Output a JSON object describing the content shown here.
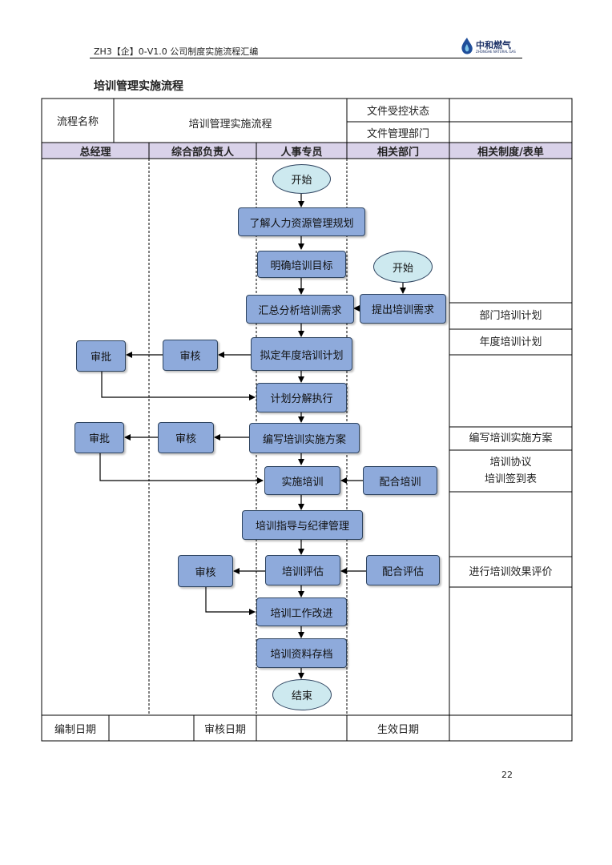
{
  "header": {
    "doc_code": "ZH3【企】0-V1.0 公司制度实施流程汇编",
    "logo_text": "中和燃气",
    "logo_subtext": "ZHONGHE NATURAL GAS"
  },
  "section_title": "培训管理实施流程",
  "info": {
    "process_name_label": "流程名称",
    "process_name_value": "培训管理实施流程",
    "control_status_label": "文件受控状态",
    "control_status_value": "",
    "manage_dept_label": "文件管理部门",
    "manage_dept_value": ""
  },
  "lanes": [
    "总经理",
    "综合部负责人",
    "人事专员",
    "相关部门",
    "相关制度/表单"
  ],
  "nodes": {
    "start1": "开始",
    "n1": "了解人力资源管理规划",
    "n2": "明确培训目标",
    "start2": "开始",
    "n3": "汇总分析培训需求",
    "n4": "提出培训需求",
    "n5": "拟定年度培训计划",
    "n5_review": "审核",
    "n5_approve": "审批",
    "n6": "计划分解执行",
    "n7": "编写培训实施方案",
    "n7_review": "审核",
    "n7_approve": "审批",
    "n8": "实施培训",
    "n8_cooperate": "配合培训",
    "n9": "培训指导与纪律管理",
    "n10": "培训评估",
    "n10_cooperate": "配合评估",
    "n10_review": "审核",
    "n11": "培训工作改进",
    "n12": "培训资料存档",
    "end": "结束"
  },
  "references": {
    "r1": "部门培训计划",
    "r2": "年度培训计划",
    "r3": "编写培训实施方案",
    "r4a": "培训协议",
    "r4b": "培训签到表",
    "r5": "进行培训效果评价"
  },
  "footer_row": {
    "compile_date_label": "编制日期",
    "compile_date_value": "",
    "review_date_label": "审核日期",
    "review_date_value": "",
    "effective_date_label": "生效日期",
    "effective_date_value": ""
  },
  "page_number": "22",
  "colors": {
    "box_fill": "#8eaadb",
    "oval_fill": "#cde9ef",
    "lane_header": "#d9d2e9"
  }
}
